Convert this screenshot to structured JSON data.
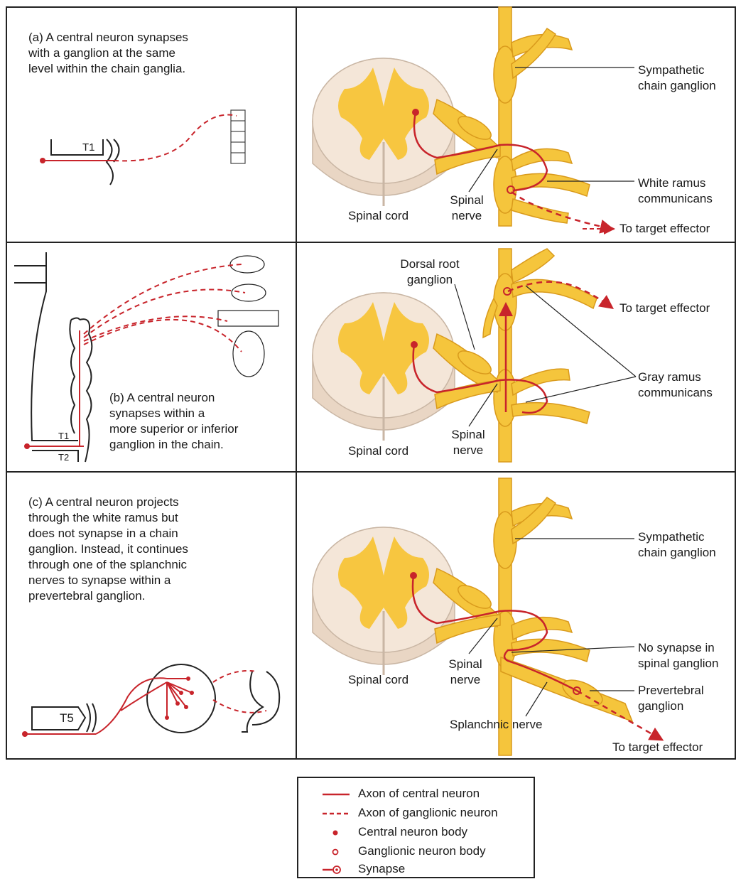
{
  "panels": {
    "a": {
      "description": "(a) A central neuron synapses\n     with a ganglion at the same\n     level within the chain ganglia.",
      "segment": "T1",
      "labels": {
        "sympathetic_chain_ganglion": "Sympathetic\nchain ganglion",
        "white_ramus": "White ramus\ncommunicans",
        "spinal_cord": "Spinal cord",
        "spinal_nerve": "Spinal\nnerve",
        "target": "To target effector"
      }
    },
    "b": {
      "description": "(b) A central neuron\n     synapses within a\n     more superior or inferior\n     ganglion in the chain.",
      "segments": [
        "T1",
        "T2"
      ],
      "labels": {
        "dorsal_root_ganglion": "Dorsal root\nganglion",
        "target": "To target effector",
        "gray_ramus": "Gray ramus\ncommunicans",
        "spinal_cord": "Spinal cord",
        "spinal_nerve": "Spinal\nnerve"
      }
    },
    "c": {
      "description": "(c) A central neuron projects\n     through the white ramus but\n     does not synapse in a chain\n     ganglion. Instead, it continues\n     through one of the splanchnic\n     nerves to synapse within a\n     prevertebral ganglion.",
      "segment": "T5",
      "labels": {
        "sympathetic_chain_ganglion": "Sympathetic\nchain ganglion",
        "no_synapse": "No synapse in\nspinal ganglion",
        "prevertebral_ganglion": "Prevertebral\nganglion",
        "spinal_cord": "Spinal cord",
        "spinal_nerve": "Spinal\nnerve",
        "splanchnic_nerve": "Splanchnic nerve",
        "target": "To target effector"
      }
    }
  },
  "legend": [
    {
      "symbol": "solid-line",
      "label": "Axon of central neuron"
    },
    {
      "symbol": "dashed-line",
      "label": "Axon of ganglionic neuron"
    },
    {
      "symbol": "filled-dot",
      "label": "Central neuron body"
    },
    {
      "symbol": "open-circle",
      "label": "Ganglionic neuron body"
    },
    {
      "symbol": "synapse",
      "label": "Synapse"
    }
  ],
  "colors": {
    "axon_red": "#c8242b",
    "nerve_yellow": "#f5c53c",
    "nerve_outline": "#d99a1c",
    "gray_matter": "#f7c640",
    "white_matter": "#f4e6d8",
    "frame": "#222222"
  }
}
